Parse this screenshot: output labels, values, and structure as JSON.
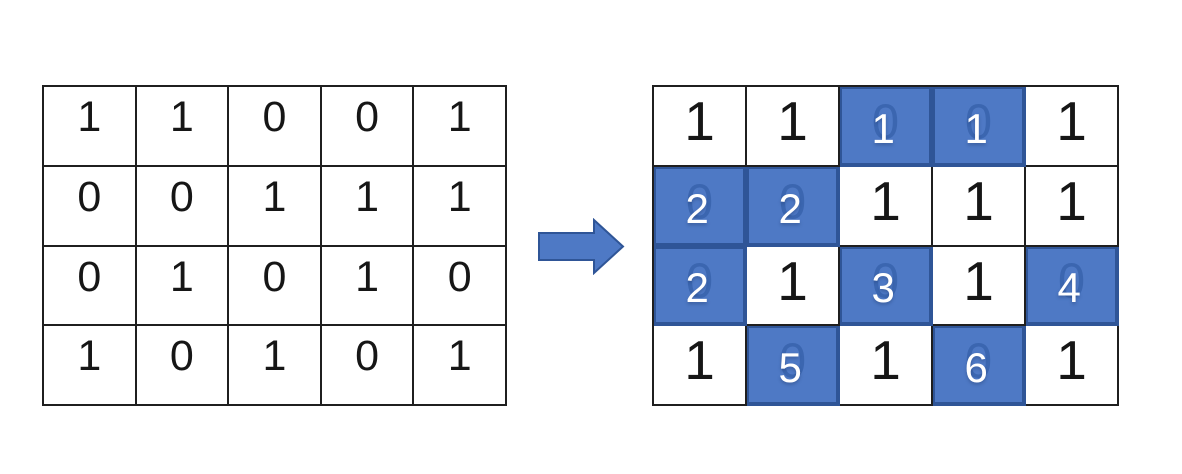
{
  "colors": {
    "grid_line": "#1f1f1f",
    "cell_background": "#ffffff",
    "digit_color": "#161616",
    "highlight_fill": "#4e79c5",
    "highlight_border": "#2f5597",
    "highlight_digit_color": "#ffffff",
    "watermark_digit_color": "#3b66b0",
    "arrow_fill": "#4e79c5",
    "arrow_border": "#2f5597"
  },
  "arrow": {
    "icon": "right-block-arrow"
  },
  "left_grid": {
    "rows": 4,
    "cols": 5,
    "cells": [
      [
        "1",
        "1",
        "0",
        "0",
        "1"
      ],
      [
        "0",
        "0",
        "1",
        "1",
        "1"
      ],
      [
        "0",
        "1",
        "0",
        "1",
        "0"
      ],
      [
        "1",
        "0",
        "1",
        "0",
        "1"
      ]
    ]
  },
  "right_grid": {
    "rows": 4,
    "cols": 5,
    "cells": [
      [
        {
          "value": "1",
          "highlighted": false
        },
        {
          "value": "1",
          "highlighted": false
        },
        {
          "value": "1",
          "highlighted": true,
          "watermark": "0"
        },
        {
          "value": "1",
          "highlighted": true,
          "watermark": "0"
        },
        {
          "value": "1",
          "highlighted": false
        }
      ],
      [
        {
          "value": "2",
          "highlighted": true,
          "watermark": "0"
        },
        {
          "value": "2",
          "highlighted": true,
          "watermark": "0"
        },
        {
          "value": "1",
          "highlighted": false
        },
        {
          "value": "1",
          "highlighted": false
        },
        {
          "value": "1",
          "highlighted": false
        }
      ],
      [
        {
          "value": "2",
          "highlighted": true,
          "watermark": "0"
        },
        {
          "value": "1",
          "highlighted": false
        },
        {
          "value": "3",
          "highlighted": true,
          "watermark": "0"
        },
        {
          "value": "1",
          "highlighted": false
        },
        {
          "value": "4",
          "highlighted": true,
          "watermark": "0"
        }
      ],
      [
        {
          "value": "1",
          "highlighted": false
        },
        {
          "value": "5",
          "highlighted": true,
          "watermark": "0"
        },
        {
          "value": "1",
          "highlighted": false
        },
        {
          "value": "6",
          "highlighted": true,
          "watermark": "0"
        },
        {
          "value": "1",
          "highlighted": false
        }
      ]
    ]
  }
}
